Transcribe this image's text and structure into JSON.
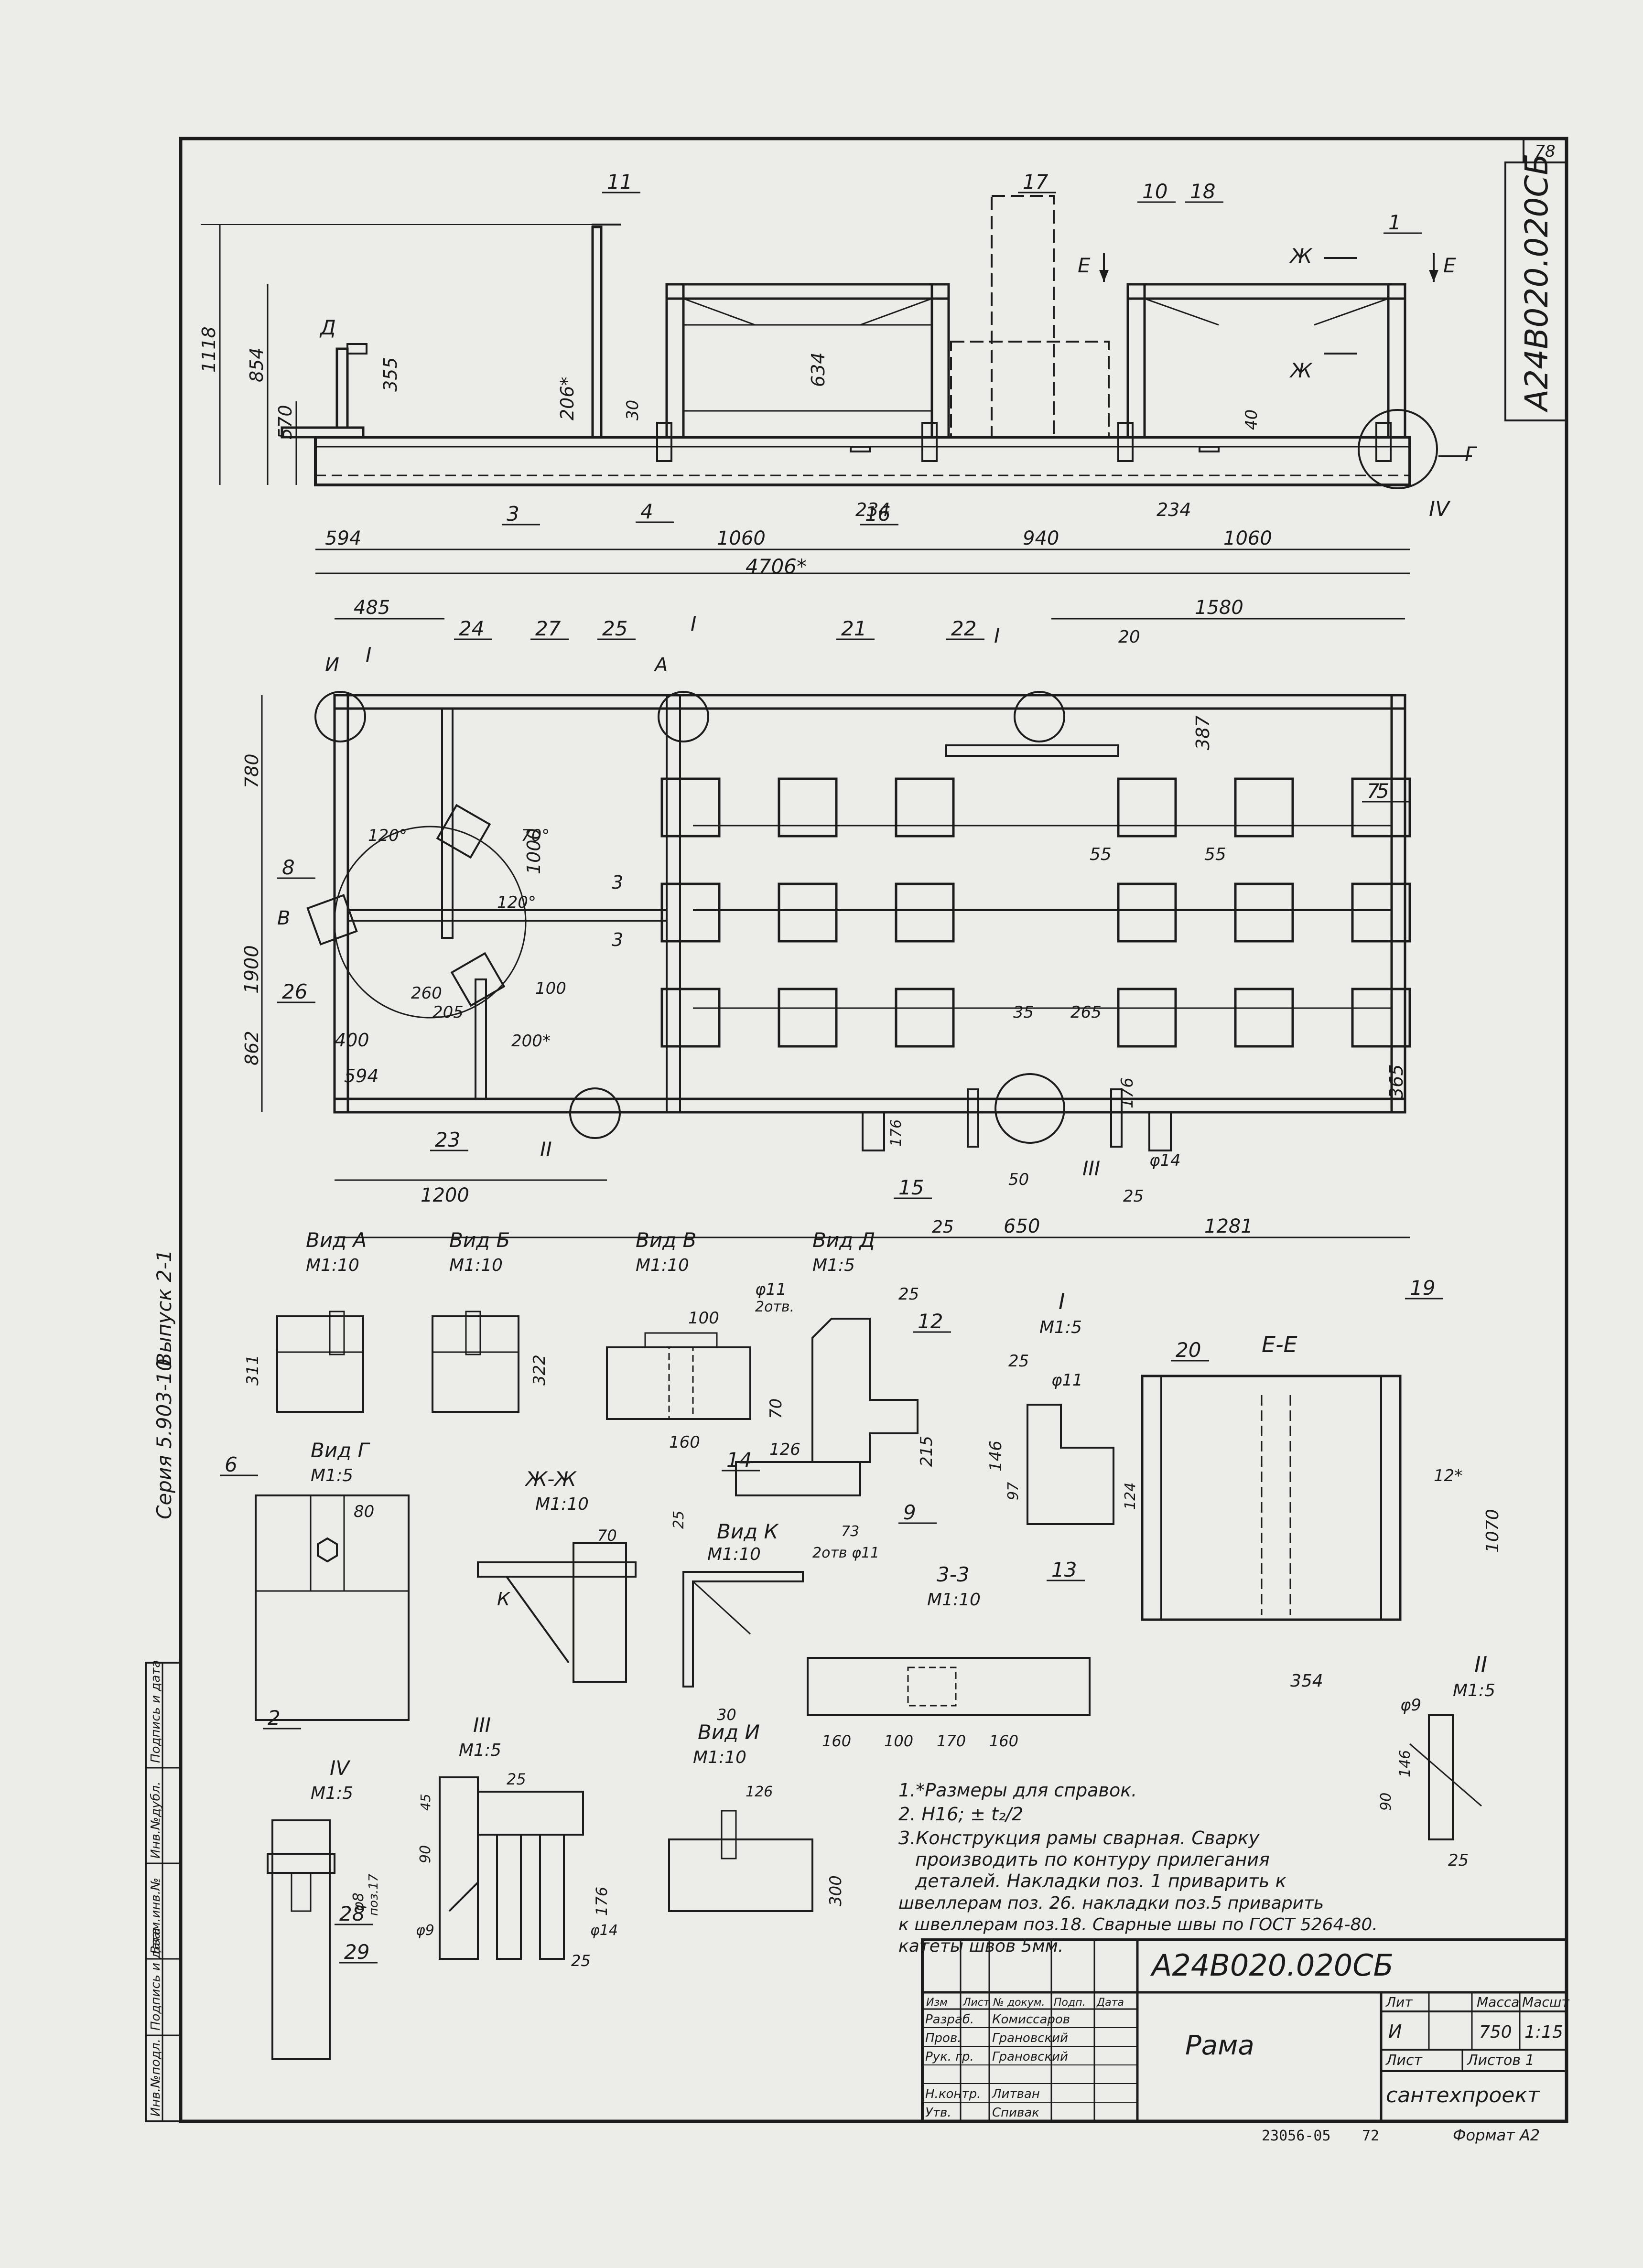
{
  "sheet": {
    "page_num": "78",
    "vertical_code": "А24В020.020СБ",
    "side_series": "Серия 5.903-10",
    "side_issue": "Выпуск 2-1",
    "side_stamp": [
      "Инв.№подл.",
      "Подпись и дата",
      "Взам.инв.№",
      "Инв.№дубл.",
      "Подпись и дата"
    ],
    "bottom_archive": "23056-05",
    "bottom_sheetno": "72",
    "format": "Формат А2"
  },
  "title_block": {
    "code": "А24В020.020СБ",
    "name": "Рама",
    "stage": "И",
    "mass": "750",
    "scale": "1:15",
    "headers": {
      "lit": "Лит",
      "mass": "Масса",
      "scale": "Масшт",
      "sheet": "Лист",
      "sheets": "Листов 1"
    },
    "cols": [
      "Изм",
      "Лист",
      "№ докум.",
      "Подп.",
      "Дата"
    ],
    "rows": [
      {
        "role": "Разраб.",
        "name": "Комиссаров"
      },
      {
        "role": "Пров.",
        "name": "Грановский"
      },
      {
        "role": "Рук. гр.",
        "name": "Грановский"
      },
      {
        "role": "",
        "name": ""
      },
      {
        "role": "Н.контр.",
        "name": "Литван"
      },
      {
        "role": "Утв.",
        "name": "Спивак"
      }
    ],
    "org": "сантехпроект"
  },
  "notes": [
    "1.*Размеры для справок.",
    "2. Н16; ± t₂/2",
    "3.Конструкция рамы сварная. Сварку",
    "производить по контуру прилегания",
    "деталей. Накладки поз. 1 приварить к",
    "швеллерам поз. 26. накладки поз.5 приварить",
    "к швеллерам поз.18. Сварные швы по ГОСТ 5264-80.",
    "катеты швов 5мм."
  ],
  "views": {
    "vid_a": {
      "title": "Вид А",
      "scale": "М1:10"
    },
    "vid_b": {
      "title": "Вид Б",
      "scale": "М1:10"
    },
    "vid_v": {
      "title": "Вид В",
      "scale": "М1:10"
    },
    "vid_d": {
      "title": "Вид Д",
      "scale": "М1:5"
    },
    "sec_1": {
      "title": "I",
      "scale": "М1:5"
    },
    "sec_ee": {
      "title": "Е-Е"
    },
    "vid_g": {
      "title": "Вид Г",
      "scale": "М1:5"
    },
    "sec_zh": {
      "title": "Ж-Ж",
      "scale": "М1:10"
    },
    "vid_k": {
      "title": "Вид К",
      "scale": "М1:10"
    },
    "sec_33": {
      "title": "3-3",
      "scale": "М1:10"
    },
    "sec_2": {
      "title": "II",
      "scale": "М1:5"
    },
    "sec_4": {
      "title": "IV",
      "scale": "М1:5"
    },
    "sec_3": {
      "title": "III",
      "scale": "М1:5"
    },
    "vid_i": {
      "title": "Вид И",
      "scale": "М1:10"
    }
  },
  "dims": {
    "front": [
      "1118",
      "854",
      "570",
      "355",
      "206*",
      "30",
      "634",
      "40",
      "594",
      "1060",
      "234",
      "940",
      "234",
      "1060",
      "4706*"
    ],
    "plan": [
      "485",
      "1580",
      "20",
      "780",
      "387",
      "1000",
      "70°",
      "120°",
      "120°",
      "55",
      "55",
      "1900",
      "862",
      "260",
      "205",
      "100",
      "200*",
      "400",
      "594",
      "35",
      "265",
      "176",
      "365",
      "176",
      "1200",
      "50",
      "25",
      "φ14",
      "25",
      "650",
      "1281"
    ],
    "details": [
      "311",
      "322",
      "100",
      "160",
      "φ11",
      "2отв.",
      "25",
      "70",
      "215",
      "126",
      "25",
      "73",
      "2отв φ11",
      "146",
      "97",
      "124",
      "25",
      "φ11",
      "12*",
      "1070",
      "354",
      "80",
      "70",
      "30",
      "160",
      "100",
      "170",
      "160",
      "φ9",
      "90",
      "146",
      "25",
      "φ8",
      "поз.17",
      "45",
      "25",
      "90",
      "176",
      "φ9",
      "φ14",
      "25",
      "126",
      "300"
    ]
  },
  "positions": [
    "1",
    "2",
    "3",
    "4",
    "5",
    "6",
    "7",
    "8",
    "9",
    "10",
    "11",
    "12",
    "13",
    "14",
    "15",
    "16",
    "17",
    "18",
    "19",
    "20",
    "21",
    "22",
    "23",
    "24",
    "25",
    "26",
    "27",
    "28",
    "29"
  ],
  "labels": {
    "cut_e": "Е",
    "cut_zh": "Ж",
    "arrow_d": "Д",
    "arrow_g": "Г",
    "arrow_v": "В",
    "arrow_i": "И",
    "arrow_a": "А",
    "arrow_k": "К",
    "cut_3": "3",
    "node_1": "I",
    "node_2": "II",
    "node_3": "III",
    "node_4": "IV"
  }
}
